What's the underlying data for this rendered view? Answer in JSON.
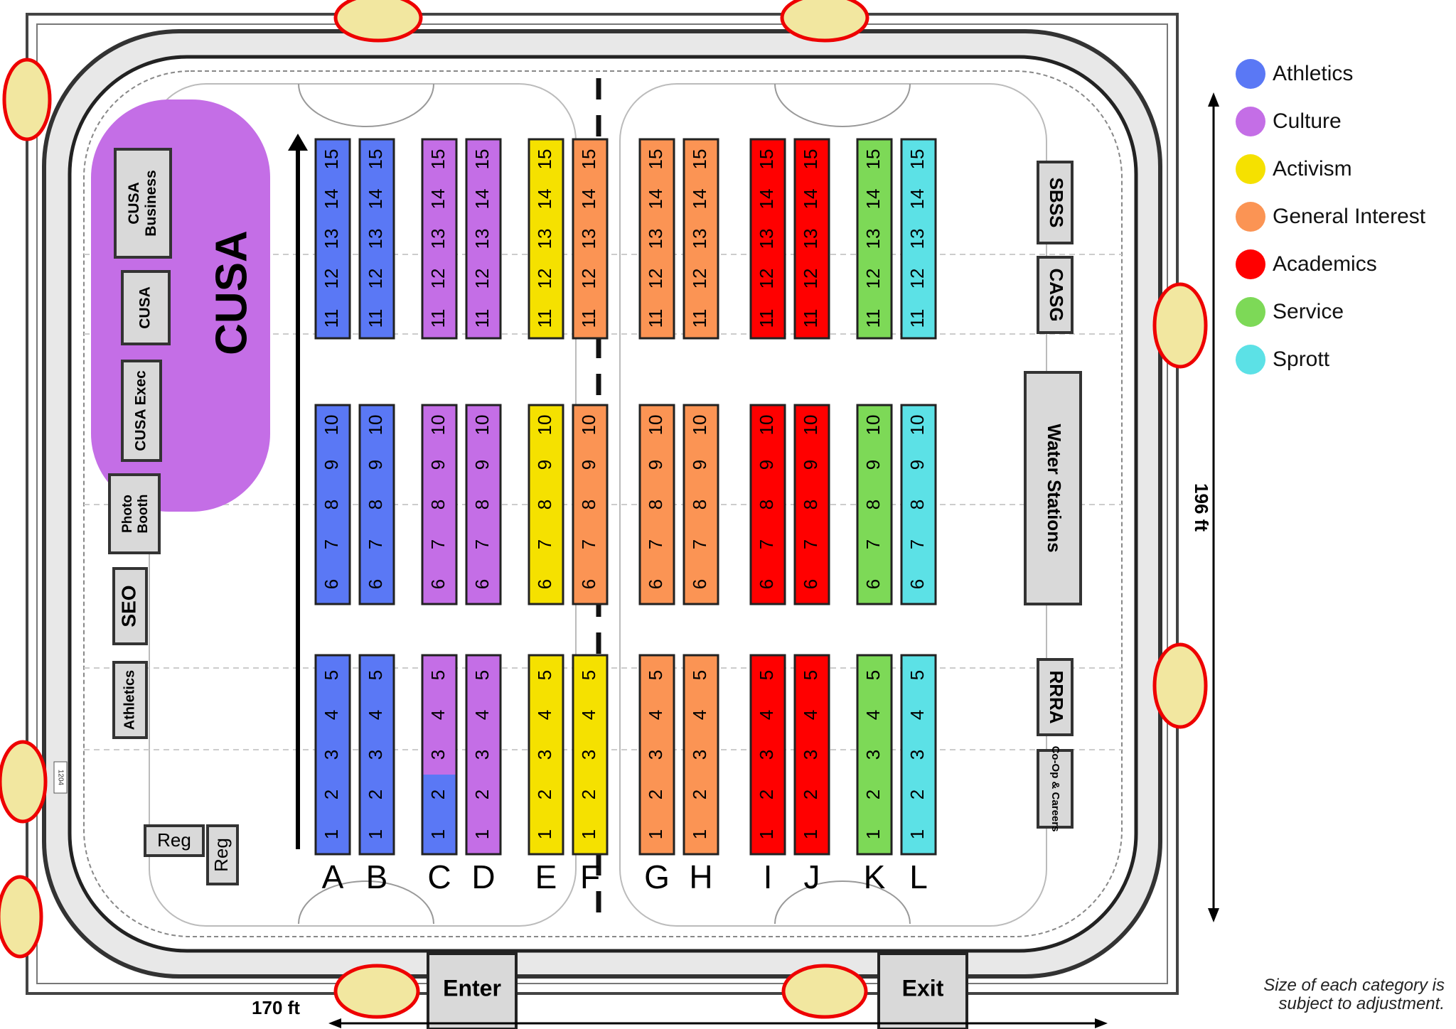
{
  "legend": [
    {
      "label": "Athletics",
      "color": "#5a78f5"
    },
    {
      "label": "Culture",
      "color": "#c46ee6"
    },
    {
      "label": "Activism",
      "color": "#f5e100"
    },
    {
      "label": "General Interest",
      "color": "#fb9454"
    },
    {
      "label": "Academics",
      "color": "#ff0000"
    },
    {
      "label": "Service",
      "color": "#7dd957"
    },
    {
      "label": "Sprott",
      "color": "#5ce1e6"
    }
  ],
  "columns": [
    "A",
    "B",
    "C",
    "D",
    "E",
    "F",
    "G",
    "H",
    "I",
    "J",
    "K",
    "L"
  ],
  "booth_blocks": [
    {
      "booths": [
        "15",
        "14",
        "13",
        "12",
        "11"
      ]
    },
    {
      "booths": [
        "10",
        "9",
        "8",
        "7",
        "6"
      ]
    },
    {
      "booths": [
        "5",
        "4",
        "3",
        "2",
        "1"
      ]
    }
  ],
  "column_categories": {
    "A": "Athletics",
    "B": "Athletics",
    "C": "Culture",
    "D": "Culture",
    "E": "Activism",
    "F": "General Interest",
    "G": "General Interest",
    "H": "General Interest",
    "I": "Academics",
    "J": "Academics",
    "K": "Service",
    "L": "Sprott"
  },
  "exceptions": [
    {
      "column": "F",
      "booths": "1-5",
      "category": "Activism"
    },
    {
      "column": "C",
      "booths": "1-2",
      "category": "Athletics"
    }
  ],
  "left_zone": {
    "cusa_area_label": "CUSA",
    "stations": [
      "CUSA Business",
      "CUSA",
      "CUSA Exec",
      "Photo Booth",
      "SEO",
      "Athletics",
      "Reg",
      "Reg"
    ]
  },
  "right_zone": {
    "stations": [
      "SBSS",
      "CASG",
      "Water Stations",
      "RRRA",
      "Co-Op & Careers"
    ]
  },
  "doors": {
    "enter": "Enter",
    "exit": "Exit"
  },
  "dimensions": {
    "width": "170 ft",
    "height": "196 ft"
  },
  "room_marker": "1204",
  "note": "Size of each category is subject to adjustment."
}
